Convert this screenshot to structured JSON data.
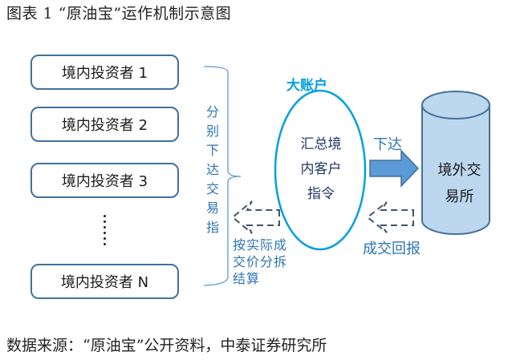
{
  "figure": {
    "title": "图表 1 “原油宝”运作机制示意图",
    "source": "数据来源：“原油宝”公开资料，中泰证券研究所"
  },
  "investors": [
    {
      "label": "境内投资者 1"
    },
    {
      "label": "境内投资者 2"
    },
    {
      "label": "境内投资者 3"
    },
    {
      "label": "境内投资者 N"
    }
  ],
  "ellipsis_icon": "vertical-dots",
  "brace_label": [
    "分",
    "别",
    "下",
    "达",
    "交",
    "易",
    "指"
  ],
  "aggregator": {
    "header": "大账户",
    "lines": [
      "汇总境",
      "内客户",
      "指令"
    ]
  },
  "forward_arrow": {
    "label": "下达"
  },
  "exchange": {
    "lines": [
      "境外交",
      "易所"
    ]
  },
  "return_arrow": {
    "label": "成交回报"
  },
  "settlement": {
    "lines": [
      "按实际成",
      "交价分拆",
      "结算"
    ]
  },
  "colors": {
    "box_border": "#41719c",
    "accent_blue": "#2e75b6",
    "ellipse": "#00a0e0",
    "arrow_fill": "#5b9bd5",
    "cylinder_fill": "#bdd7ee",
    "dashed_arrow": "#44546a"
  }
}
